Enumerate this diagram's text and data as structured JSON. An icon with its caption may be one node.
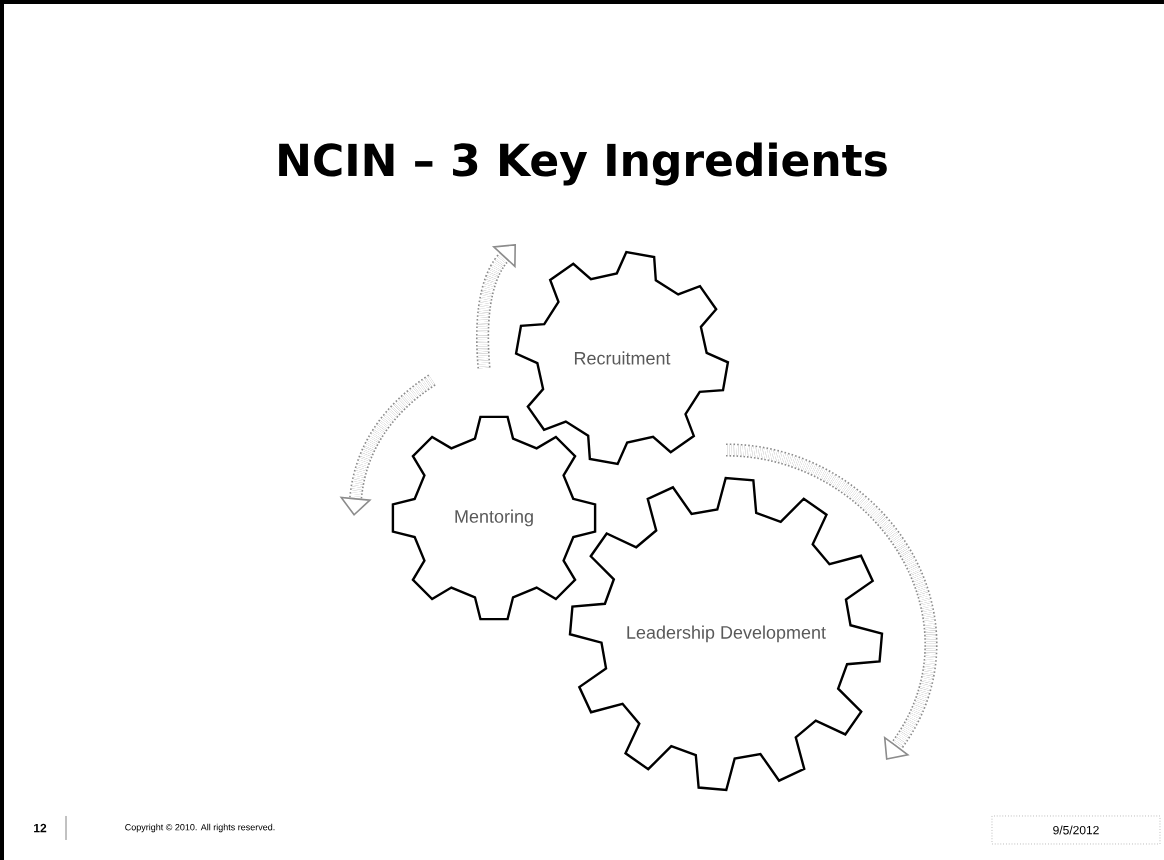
{
  "diagram": {
    "title": "NCIN – 3 Key Ingredients",
    "nodes": [
      {
        "text": [
          "Recruitment"
        ]
      },
      {
        "text": [
          "Mentoring"
        ]
      },
      {
        "text": [
          "Leadership Development"
        ]
      }
    ],
    "labels": [
      "12",
      "Copyright © 2010. All rights reserved.",
      "9/5/2012"
    ]
  }
}
